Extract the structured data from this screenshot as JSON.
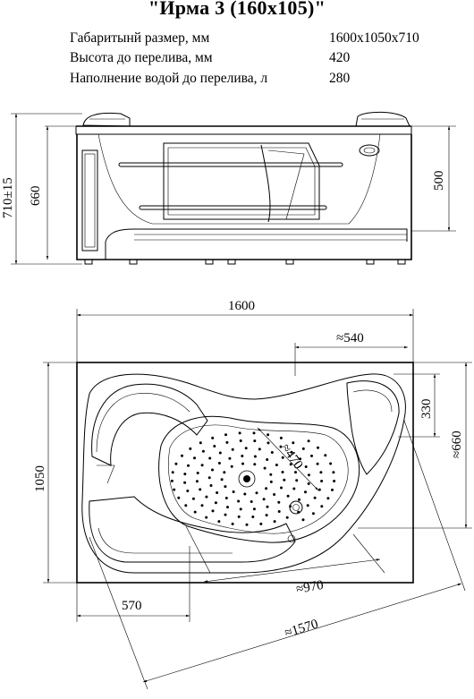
{
  "title": "\"Ирма 3 (160х105)\"",
  "specs": [
    {
      "label": "Габаритынй размер, мм",
      "value": "1600х1050х710"
    },
    {
      "label": "Высота до перелива, мм",
      "value": "420"
    },
    {
      "label": "Наполнение водой до перелива, л",
      "value": "280"
    }
  ],
  "front_view": {
    "dim_total_height": "710±15",
    "dim_body_height": "660",
    "dim_overflow_height": "500"
  },
  "top_view": {
    "dim_length": "1600",
    "dim_width": "1050",
    "dim_540": "≈540",
    "dim_330": "330",
    "dim_660": "≈660",
    "dim_470": "≈470",
    "dim_970": "≈970",
    "dim_570": "570",
    "dim_1570": "≈1570"
  }
}
